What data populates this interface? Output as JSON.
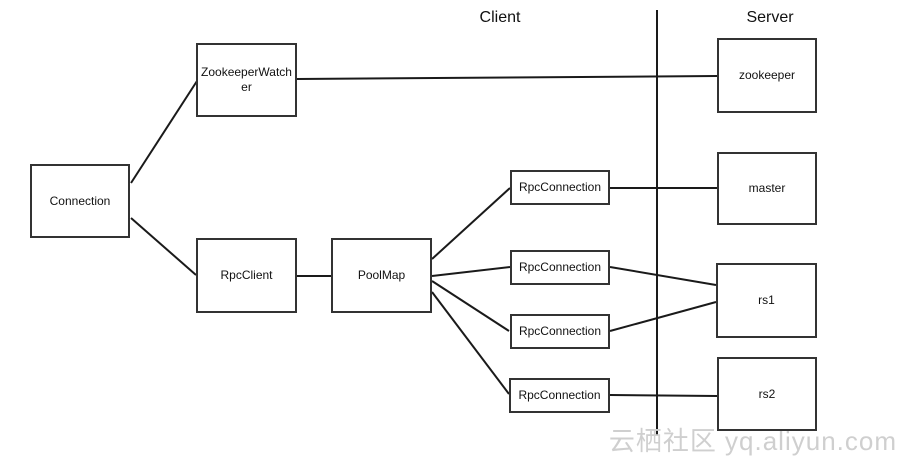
{
  "titles": {
    "client": "Client",
    "server": "Server"
  },
  "nodes": {
    "connection": {
      "label": "Connection"
    },
    "zookeeperWatcher": {
      "label": "ZookeeperWatcher"
    },
    "rpcClient": {
      "label": "RpcClient"
    },
    "poolMap": {
      "label": "PoolMap"
    },
    "rpcConnection1": {
      "label": "RpcConnection"
    },
    "rpcConnection2": {
      "label": "RpcConnection"
    },
    "rpcConnection3": {
      "label": "RpcConnection"
    },
    "rpcConnection4": {
      "label": "RpcConnection"
    },
    "zookeeper": {
      "label": "zookeeper"
    },
    "master": {
      "label": "master"
    },
    "rs1": {
      "label": "rs1"
    },
    "rs2": {
      "label": "rs2"
    }
  },
  "edges": [
    {
      "from": "Connection",
      "to": "ZookeeperWatcher"
    },
    {
      "from": "Connection",
      "to": "RpcClient"
    },
    {
      "from": "RpcClient",
      "to": "PoolMap"
    },
    {
      "from": "PoolMap",
      "to": "RpcConnection-1"
    },
    {
      "from": "PoolMap",
      "to": "RpcConnection-2"
    },
    {
      "from": "PoolMap",
      "to": "RpcConnection-3"
    },
    {
      "from": "PoolMap",
      "to": "RpcConnection-4"
    },
    {
      "from": "ZookeeperWatcher",
      "to": "zookeeper"
    },
    {
      "from": "RpcConnection-1",
      "to": "master"
    },
    {
      "from": "RpcConnection-2",
      "to": "rs1"
    },
    {
      "from": "RpcConnection-3",
      "to": "rs1"
    },
    {
      "from": "RpcConnection-4",
      "to": "rs2"
    }
  ],
  "colors": {
    "edge": "#1a1a1a",
    "node_border": "#333333",
    "watermark": "#cfcfcf"
  },
  "watermark": "云栖社区 yq.aliyun.com"
}
